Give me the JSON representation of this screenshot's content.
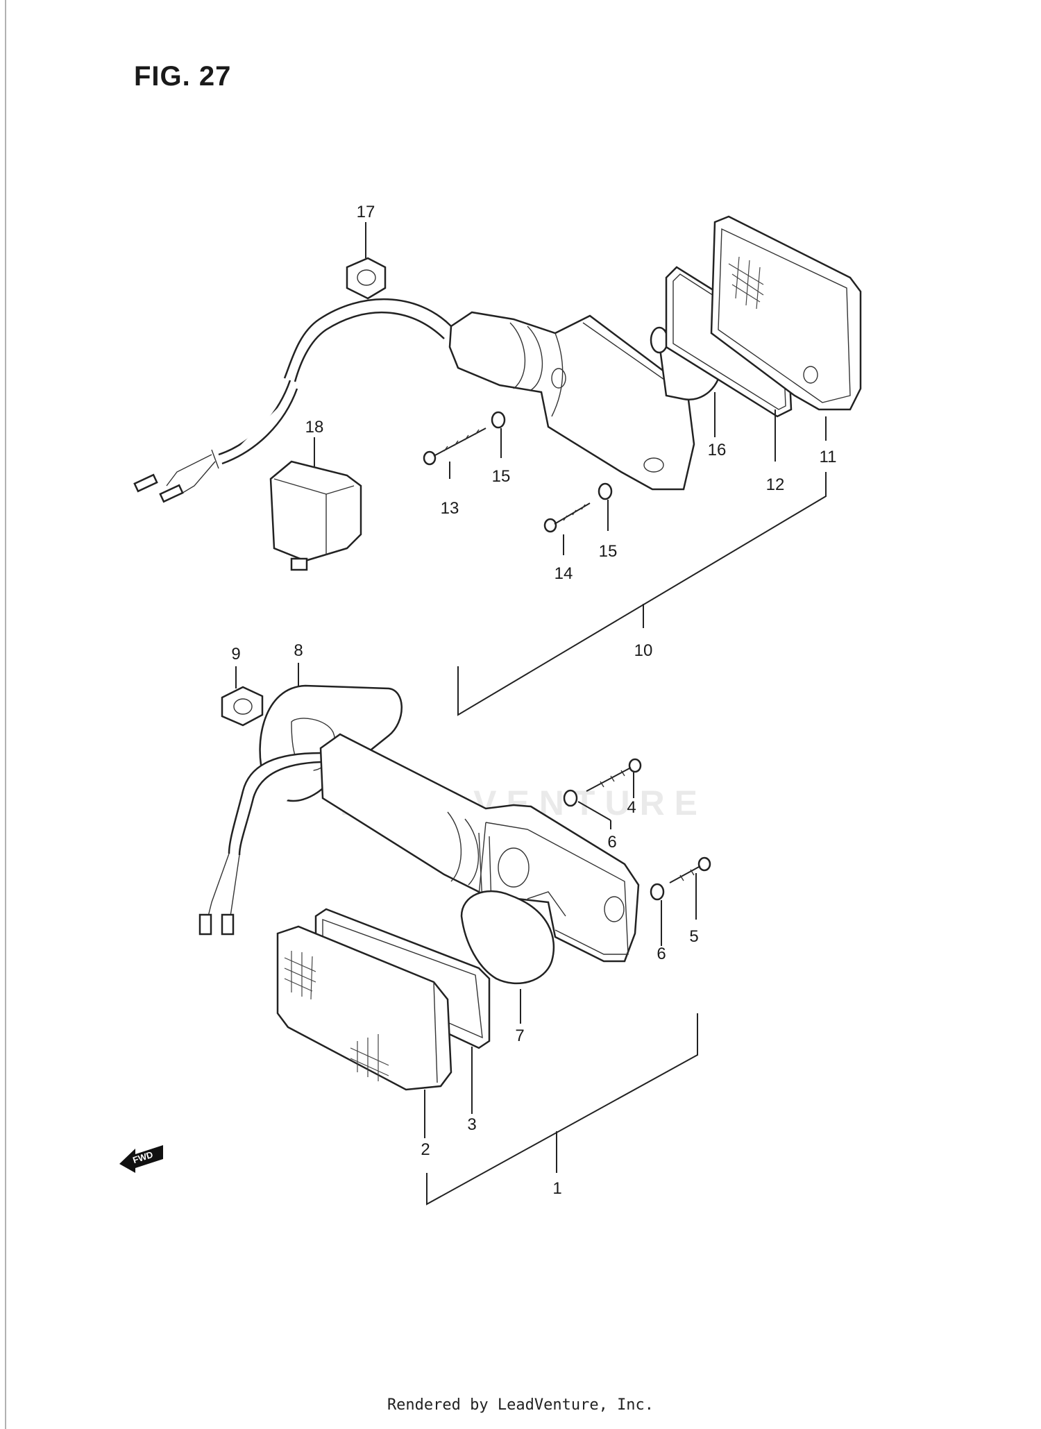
{
  "figure": {
    "title": "FIG. 27"
  },
  "watermark": "LEADVENTURE",
  "footer": "Rendered by LeadVenture, Inc.",
  "fwd_arrow_label": "FWD",
  "callouts": [
    "1",
    "2",
    "3",
    "4",
    "5",
    "6",
    "6",
    "7",
    "8",
    "9",
    "10",
    "11",
    "12",
    "13",
    "14",
    "15",
    "15",
    "16",
    "17",
    "18"
  ]
}
